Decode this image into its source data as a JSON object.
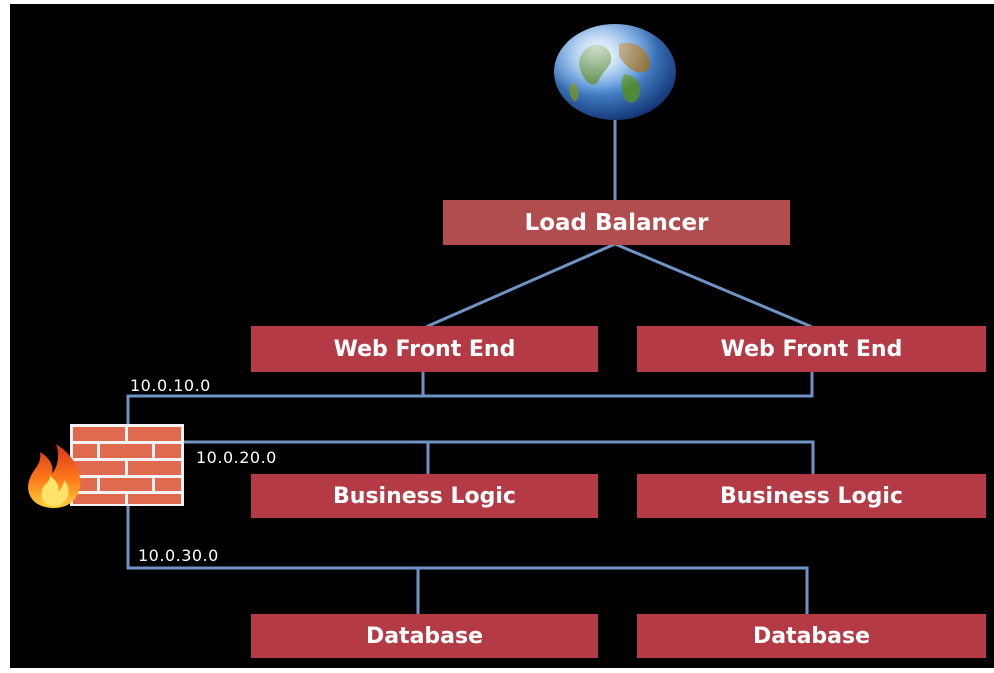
{
  "nodes": {
    "load_balancer": "Load Balancer",
    "web_front_end_left": "Web Front End",
    "web_front_end_right": "Web Front End",
    "business_logic_left": "Business Logic",
    "business_logic_right": "Business Logic",
    "database_left": "Database",
    "database_right": "Database"
  },
  "subnets": {
    "web": "10.0.10.0",
    "business": "10.0.20.0",
    "data": "10.0.30.0"
  },
  "icons": {
    "internet": "globe-icon",
    "firewall": "firewall-icon"
  },
  "colors": {
    "background": "#000000",
    "node_fill": "#b43b46",
    "link": "#6f93c5",
    "text": "#ffffff"
  }
}
